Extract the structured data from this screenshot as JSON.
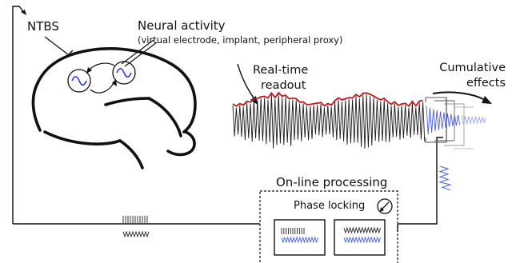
{
  "labels": {
    "ntbs": "NTBS",
    "neural_activity": "Neural activity",
    "neural_activity_sources": "(virtual electrode, implant, peripheral proxy)",
    "realtime_readout_line1": "Real-time",
    "realtime_readout_line2": "readout",
    "cumulative_effects_line1": "Cumulative",
    "cumulative_effects_line2": "effects",
    "online_processing": "On-line processing",
    "phase_locking": "Phase locking"
  },
  "colors": {
    "line": "#111111",
    "signal_black": "#1a1a1a",
    "envelope_red": "#c0161c",
    "signal_blue": "#4a5fd8",
    "signal_blue_light": "#9aa7ea",
    "background": "#ffffff"
  },
  "icons": [
    "brain-outline-icon",
    "oscillator-icon",
    "electrode-icon",
    "dial-icon",
    "pulse-train-icon"
  ]
}
